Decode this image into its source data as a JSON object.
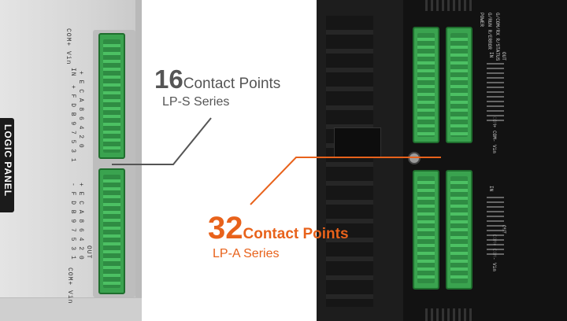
{
  "callouts": {
    "lp_s": {
      "count": "16",
      "unit": "Contact Points",
      "series": "LP-S Series",
      "color": "#555555"
    },
    "lp_a": {
      "count": "32",
      "unit": "Contact Points",
      "series": "LP-A Series",
      "color": "#e8621b"
    }
  },
  "devices": {
    "lp_s_tag": "LOGIC PANEL",
    "lp_s_pin_labels_top": "+ E C A 8 6 4 2 0",
    "lp_s_pin_labels_top2": "+ F D B 9 7 5 3 1",
    "lp_s_pin_labels_bottom": "+ E C A 8 6 4 2 0",
    "lp_s_pin_labels_bottom2": "- F D B 9 7 5 3 1",
    "lp_s_in": "IN",
    "lp_s_out": "OUT",
    "lp_s_com_top": "COM+ Vin",
    "lp_s_com_bottom": "COM+ Vin",
    "lp_a_power": "POWER",
    "lp_a_status": "G/RUN R/ERROR",
    "lp_a_status2": "G/COM/RX R/STATUS",
    "lp_a_in": "IN",
    "lp_a_out": "OUT",
    "lp_a_com": "COM+ COM- Vin"
  }
}
